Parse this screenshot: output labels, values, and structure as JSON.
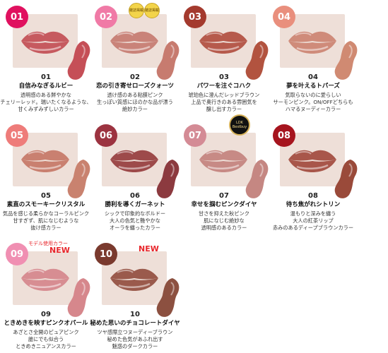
{
  "products": [
    {
      "badge": "01",
      "num": "01",
      "title": "自信みなぎるルビー",
      "desc": [
        "透明感のある鮮やかな",
        "チェリーレッド。瑞いたくなるような、",
        "甘くみずみずしいカラー"
      ],
      "badge_color": "#e0115f",
      "lip_color": "#c65a5f",
      "swatch_color": "#c54f57"
    },
    {
      "badge": "02",
      "num": "02",
      "title": "恋の引き寄せローズクォーツ",
      "desc": [
        "透け感のある粘膜ピンク",
        "生っぽい質感にほのかな品が漂う",
        "絶妙カラー"
      ],
      "badge_color": "#f07aa6",
      "lip_color": "#c98379",
      "swatch_color": "#c77b6f",
      "seals": [
        "雑誌掲載",
        "雑誌掲載"
      ]
    },
    {
      "badge": "03",
      "num": "03",
      "title": "パワーを注ぐコハク",
      "desc": [
        "琥珀色に澄んだレッドブラウン",
        "上品で奥行きのある雰囲気を",
        "醸し出すカラー"
      ],
      "badge_color": "#a43a2e",
      "lip_color": "#b65a4c",
      "swatch_color": "#b2533f"
    },
    {
      "badge": "04",
      "num": "04",
      "title": "夢を叶えるトパーズ",
      "desc": [
        "気取らないのに愛らしい",
        "サーモンピンク。ON/OFFどちらも",
        "ハマるヌーディーカラー"
      ],
      "badge_color": "#e98f7d",
      "lip_color": "#cf8b7a",
      "swatch_color": "#d08a72"
    },
    {
      "badge": "05",
      "num": "05",
      "title": "素直のスモーキークリスタル",
      "desc": [
        "気品を感じる柔らかなコーラルピンク",
        "甘すぎず、肌になじむような",
        "抜け感カラー"
      ],
      "badge_color": "#ee7c7a",
      "lip_color": "#c98070",
      "swatch_color": "#c9826f"
    },
    {
      "badge": "06",
      "num": "06",
      "title": "勝利を導くガーネット",
      "desc": [
        "シックで印象的なボルドー",
        "大人の色気と艶やかな",
        "オーラを纏ったカラー"
      ],
      "badge_color": "#9c3340",
      "lip_color": "#9d4a4a",
      "swatch_color": "#8c3a3f"
    },
    {
      "badge": "07",
      "num": "07",
      "title": "幸せを掴むピンクダイヤ",
      "desc": [
        "甘さを抑えた秋ピンク",
        "肌になじむ絶妙な",
        "透明感のあるカラー"
      ],
      "badge_color": "#d48b95",
      "lip_color": "#c78a85",
      "swatch_color": "#c58782",
      "award": "LDK Bestbuy"
    },
    {
      "badge": "08",
      "num": "08",
      "title": "待ち焦がれシトリン",
      "desc": [
        "温もりと深みを纏う",
        "大人の紅茶リップ",
        "赤みのあるディープブラウンカラー"
      ],
      "badge_color": "#a6141e",
      "lip_color": "#a8564a",
      "swatch_color": "#9a4a3a"
    },
    {
      "badge": "09",
      "num": "09",
      "title": "ときめきを映すピンクオパール",
      "desc": [
        "あざとさ全開のピュアピンク",
        "誰にでも似合う",
        "ときめきニュアンスカラー"
      ],
      "badge_color": "#f08fb2",
      "lip_color": "#d78d92",
      "swatch_color": "#d6878c",
      "new": "NEW",
      "model": "モデル使用カラー"
    },
    {
      "badge": "10",
      "num": "10",
      "title": "秘めた思いのチョコレートダイヤ",
      "desc": [
        "ツヤ感際立つヌーディーブラウン",
        "秘めた色気があふれ出す",
        "魅惑のダークカラー"
      ],
      "badge_color": "#7a3a2e",
      "lip_color": "#9a5a4c",
      "swatch_color": "#8c5040",
      "new": "NEW"
    }
  ]
}
